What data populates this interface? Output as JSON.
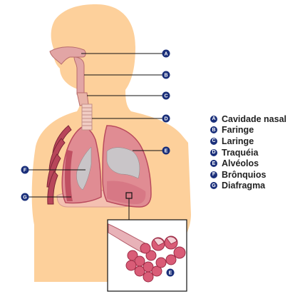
{
  "legend": [
    {
      "letter": "A",
      "label": "Cavidade nasal"
    },
    {
      "letter": "B",
      "label": "Faringe"
    },
    {
      "letter": "C",
      "label": "Laringe"
    },
    {
      "letter": "D",
      "label": "Traquéia"
    },
    {
      "letter": "E",
      "label": "Alvéolos"
    },
    {
      "letter": "F",
      "label": "Brônquios"
    },
    {
      "letter": "G",
      "label": "Diafragma"
    }
  ],
  "markers": {
    "a": "A",
    "b": "B",
    "c": "C",
    "d": "D",
    "e": "E",
    "f": "F",
    "g": "G",
    "e_inset": "E"
  },
  "colors": {
    "skin": "#fdd09b",
    "airway": "#e2a5a5",
    "lung": "#e08c93",
    "lung_dark": "#b94a5d",
    "alveoli": "#d95c77",
    "marker": "#1a2f7a",
    "line": "#111111"
  }
}
